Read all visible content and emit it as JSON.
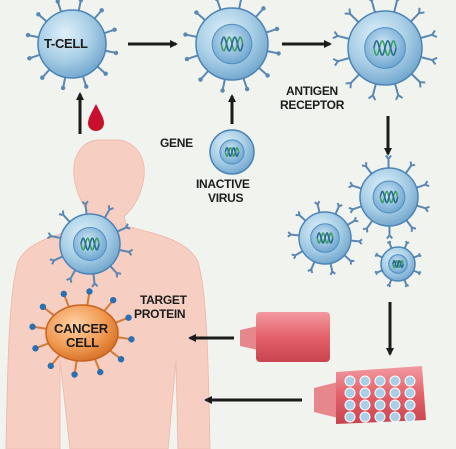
{
  "colors": {
    "background": "#f1f4ee",
    "body": "#f7cfc2",
    "cell_fill": "#a9cfe6",
    "cell_stroke": "#4c84b6",
    "receptor": "#5b87b3",
    "nucleus": "#6fa8d0",
    "dna_green": "#3e9f6a",
    "cancer_fill": "#f19a52",
    "cancer_spike": "#2a6fb0",
    "syringe_red": "#e4606a",
    "blood_drop": "#c8102e",
    "arrow": "#1b1b1b"
  },
  "labels": {
    "tcell": "T-CELL",
    "gene": "GENE",
    "inactive_virus_1": "INACTIVE",
    "inactive_virus_2": "VIRUS",
    "antigen_receptor_1": "ANTIGEN",
    "antigen_receptor_2": "RECEPTOR",
    "target_protein_1": "TARGET",
    "target_protein_2": "PROTEIN",
    "cancer_cell_1": "CANCER",
    "cancer_cell_2": "CELL"
  },
  "icons": [
    "human-silhouette",
    "blood-drop-icon",
    "t-cell-icon",
    "virus-icon",
    "cancer-cell-icon",
    "syringe-icon",
    "flask-icon"
  ]
}
